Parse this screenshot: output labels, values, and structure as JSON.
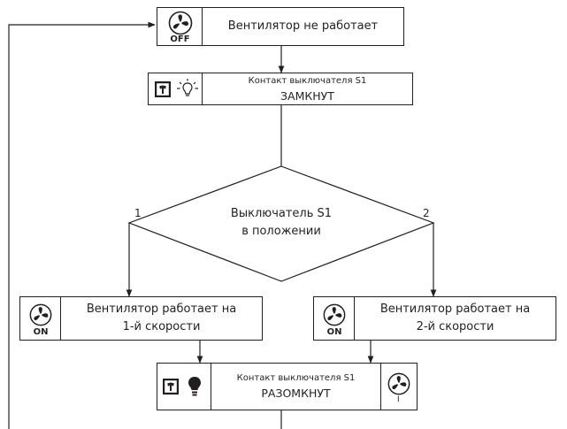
{
  "nodes": {
    "fan_off": {
      "text": "Вентилятор не работает",
      "icon_label": "OFF",
      "icon": "fan-icon"
    },
    "contact_closed": {
      "line1": "Контакт выключателя S1",
      "line2": "ЗАМКНУТ",
      "icons": [
        "switch-icon",
        "lamp-off-icon"
      ]
    },
    "decision": {
      "line1": "Выключатель S1",
      "line2": "в положении"
    },
    "fan_speed1": {
      "line1": "Вентилятор работает на",
      "line2": "1-й скорости",
      "icon_label": "ON",
      "icon": "fan-icon"
    },
    "fan_speed2": {
      "line1": "Вентилятор работает на",
      "line2": "2-й скорости",
      "icon_label": "ON",
      "icon": "fan-icon"
    },
    "contact_open": {
      "line1": "Контакт выключателя S1",
      "line2": "РАЗОМКНУТ",
      "icons": [
        "switch-icon",
        "lamp-on-icon",
        "fan-icon"
      ],
      "fan_mark": "I"
    }
  },
  "branches": {
    "left": "1",
    "right": "2"
  },
  "colors": {
    "stroke": "#231f20",
    "background": "#ffffff"
  }
}
